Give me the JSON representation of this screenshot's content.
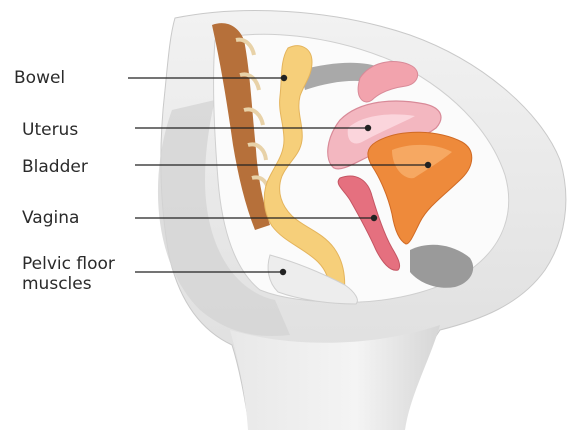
{
  "labels": {
    "bowel": "Bowel",
    "uterus": "Uterus",
    "bladder": "Bladder",
    "vagina": "Vagina",
    "pelvic_floor": "Pelvic floor muscles"
  },
  "colors": {
    "skin": "#ececec",
    "skin_shadow": "#c8c8c8",
    "bowel": "#f6cf7a",
    "uterus": "#f3b7c0",
    "bladder": "#ee8a3b",
    "vagina": "#e5707f",
    "spine": "#b6703a",
    "leader_line": "#222222"
  }
}
